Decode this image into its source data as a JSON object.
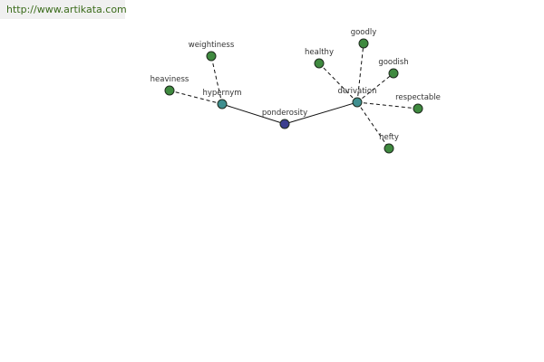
{
  "header": {
    "url": "http://www.artikata.com",
    "url_color": "#3a6b1a",
    "bar_color": "#f0f0f0"
  },
  "graph": {
    "colors": {
      "root": "#3b3f8f",
      "relation": "#3f8f8f",
      "leaf": "#3f8a3f"
    },
    "nodes": {
      "ponderosity": {
        "label": "ponderosity",
        "kind": "root",
        "icon": "root-word-node"
      },
      "hypernym": {
        "label": "hypernym",
        "kind": "relation",
        "icon": "relation-node"
      },
      "derivation": {
        "label": "derivation",
        "kind": "relation",
        "icon": "relation-node"
      },
      "weightiness": {
        "label": "weightiness",
        "kind": "leaf",
        "icon": "word-node"
      },
      "heaviness": {
        "label": "heaviness",
        "kind": "leaf",
        "icon": "word-node"
      },
      "healthy": {
        "label": "healthy",
        "kind": "leaf",
        "icon": "word-node"
      },
      "goodly": {
        "label": "goodly",
        "kind": "leaf",
        "icon": "word-node"
      },
      "goodish": {
        "label": "goodish",
        "kind": "leaf",
        "icon": "word-node"
      },
      "respectable": {
        "label": "respectable",
        "kind": "leaf",
        "icon": "word-node"
      },
      "hefty": {
        "label": "hefty",
        "kind": "leaf",
        "icon": "word-node"
      }
    },
    "edges": [
      {
        "from": "ponderosity",
        "to": "hypernym",
        "style": "solid"
      },
      {
        "from": "ponderosity",
        "to": "derivation",
        "style": "solid"
      },
      {
        "from": "hypernym",
        "to": "weightiness",
        "style": "dashed"
      },
      {
        "from": "hypernym",
        "to": "heaviness",
        "style": "dashed"
      },
      {
        "from": "derivation",
        "to": "healthy",
        "style": "dashed"
      },
      {
        "from": "derivation",
        "to": "goodly",
        "style": "dashed"
      },
      {
        "from": "derivation",
        "to": "goodish",
        "style": "dashed"
      },
      {
        "from": "derivation",
        "to": "respectable",
        "style": "dashed"
      },
      {
        "from": "derivation",
        "to": "hefty",
        "style": "dashed"
      }
    ]
  }
}
